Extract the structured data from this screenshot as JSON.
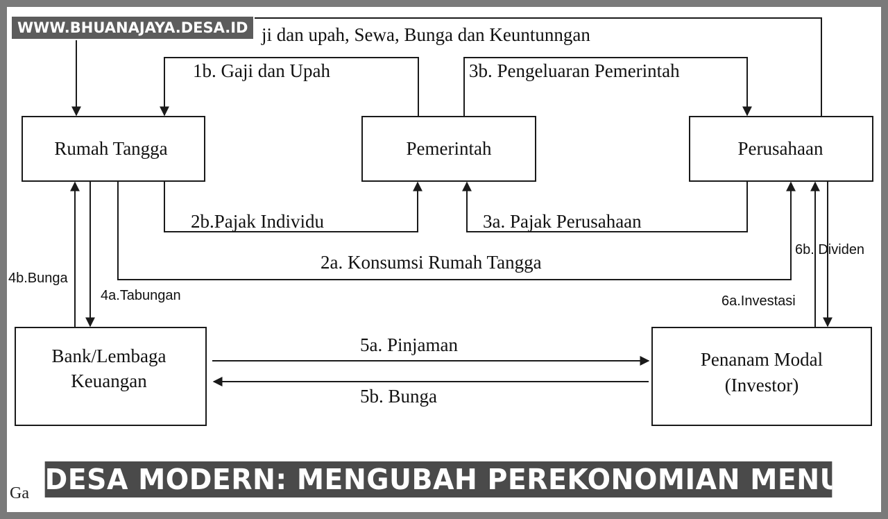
{
  "watermark": "WWW.BHUANAJAYA.DESA.ID",
  "nodes": {
    "rumah_tangga": "Rumah Tangga",
    "pemerintah": "Pemerintah",
    "perusahaan": "Perusahaan",
    "bank_line1": "Bank/Lembaga",
    "bank_line2": "Keuangan",
    "investor_line1": "Penanam Modal",
    "investor_line2": "(Investor)"
  },
  "flows": {
    "f1a": "ji dan upah, Sewa, Bunga dan Keuntunngan",
    "f1b": "1b. Gaji dan Upah",
    "f3b": "3b. Pengeluaran Pemerintah",
    "f2b": "2b.Pajak Individu",
    "f3a": "3a. Pajak Perusahaan",
    "f2a": "2a. Konsumsi Rumah Tangga",
    "f4b": "4b.Bunga",
    "f4a": "4a.Tabungan",
    "f6b": "6b. Dividen",
    "f6a": "6a.Investasi",
    "f5a": "5a. Pinjaman",
    "f5b": "5b. Bunga"
  },
  "caption_partial": "Ga",
  "banner": "DESA MODERN: MENGUBAH PEREKONOMIAN MENUJU MODEL KOTA"
}
